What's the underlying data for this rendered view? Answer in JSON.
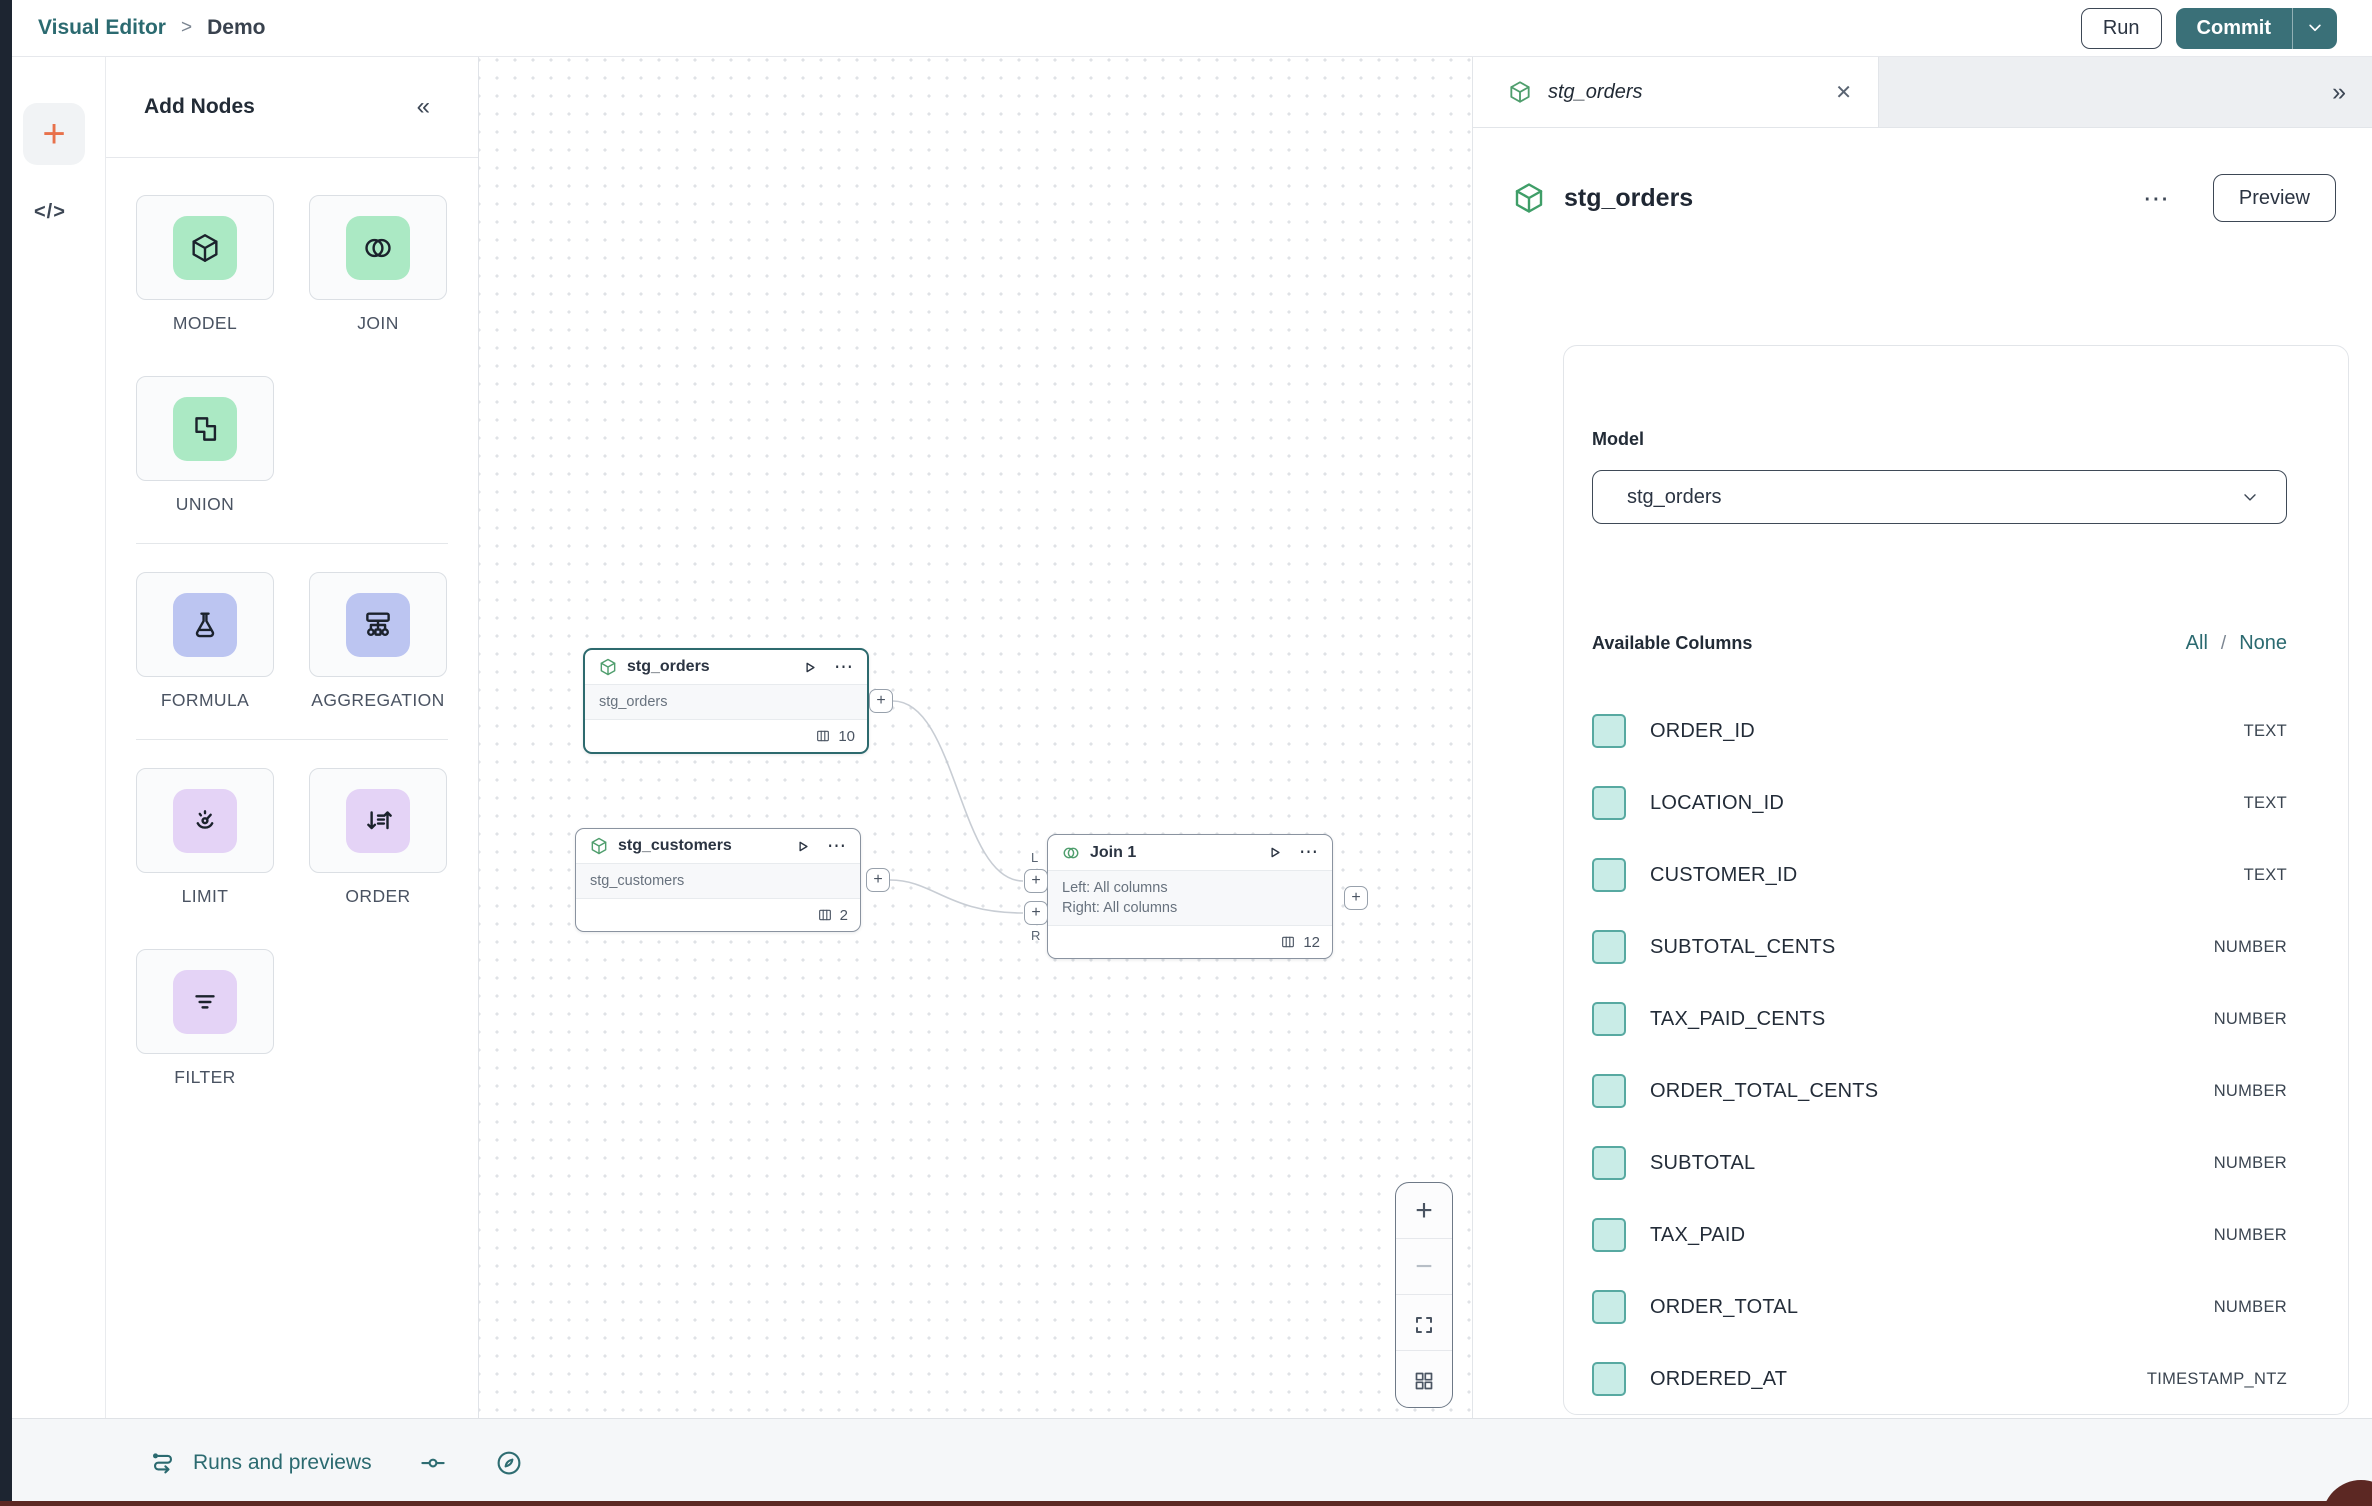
{
  "topbar": {
    "breadcrumb_root": "Visual Editor",
    "breadcrumb_sep": ">",
    "breadcrumb_current": "Demo",
    "run_label": "Run",
    "commit_label": "Commit"
  },
  "left_rail": {
    "code_glyph": "</>"
  },
  "glyphs": {
    "plus": "+",
    "minus": "−",
    "menu": "⋯",
    "close": "✕",
    "collapse": "«",
    "expand": "»",
    "slash": "/"
  },
  "palette": {
    "title": "Add Nodes",
    "groups": [
      {
        "items": [
          {
            "label": "MODEL",
            "icon": "cube",
            "tint": "green"
          },
          {
            "label": "JOIN",
            "icon": "venn",
            "tint": "green"
          },
          {
            "label": "UNION",
            "icon": "union",
            "tint": "green"
          }
        ]
      },
      {
        "items": [
          {
            "label": "FORMULA",
            "icon": "flask",
            "tint": "periwinkle"
          },
          {
            "label": "AGGREGATION",
            "icon": "sitemap",
            "tint": "periwinkle"
          }
        ]
      },
      {
        "items": [
          {
            "label": "LIMIT",
            "icon": "gauge",
            "tint": "purple"
          },
          {
            "label": "ORDER",
            "icon": "sort",
            "tint": "purple"
          },
          {
            "label": "FILTER",
            "icon": "filter",
            "tint": "purple"
          }
        ]
      }
    ]
  },
  "canvas": {
    "nodes": [
      {
        "title": "stg_orders",
        "icon": "cube",
        "body": [
          "stg_orders"
        ],
        "columns": "10",
        "selected": true
      },
      {
        "title": "stg_customers",
        "icon": "cube",
        "body": [
          "stg_customers"
        ],
        "columns": "2",
        "selected": false
      },
      {
        "title": "Join 1",
        "icon": "venn",
        "body": [
          "Left: All columns",
          "Right: All columns"
        ],
        "columns": "12",
        "selected": false
      }
    ],
    "ports": {
      "left_label": "L",
      "right_label": "R"
    }
  },
  "right_panel": {
    "tab": {
      "label": "stg_orders"
    },
    "header": {
      "title": "stg_orders",
      "preview_label": "Preview"
    },
    "model_section": {
      "label": "Model",
      "value": "stg_orders"
    },
    "columns_section": {
      "title": "Available Columns",
      "all_label": "All",
      "none_label": "None",
      "columns": [
        {
          "name": "ORDER_ID",
          "type": "TEXT"
        },
        {
          "name": "LOCATION_ID",
          "type": "TEXT"
        },
        {
          "name": "CUSTOMER_ID",
          "type": "TEXT"
        },
        {
          "name": "SUBTOTAL_CENTS",
          "type": "NUMBER"
        },
        {
          "name": "TAX_PAID_CENTS",
          "type": "NUMBER"
        },
        {
          "name": "ORDER_TOTAL_CENTS",
          "type": "NUMBER"
        },
        {
          "name": "SUBTOTAL",
          "type": "NUMBER"
        },
        {
          "name": "TAX_PAID",
          "type": "NUMBER"
        },
        {
          "name": "ORDER_TOTAL",
          "type": "NUMBER"
        },
        {
          "name": "ORDERED_AT",
          "type": "TIMESTAMP_NTZ"
        }
      ]
    }
  },
  "bottom_bar": {
    "runs_label": "Runs and previews"
  },
  "colors": {
    "accent_teal": "#2b6a70",
    "commit_button": "#3a7078",
    "selected_node_border": "#2d6a6e",
    "node_icon_green": "#4f9e6d",
    "tile_green": "#abe9c4",
    "tile_periwinkle": "#bcc5f1",
    "tile_purple": "#e4d3f6",
    "checkbox_fill": "#c9ece7",
    "checkbox_border": "#57a9a1",
    "plus_orange": "#e8714b",
    "dark_strip": "#1d2531",
    "corner_accent": "#5c2823"
  }
}
